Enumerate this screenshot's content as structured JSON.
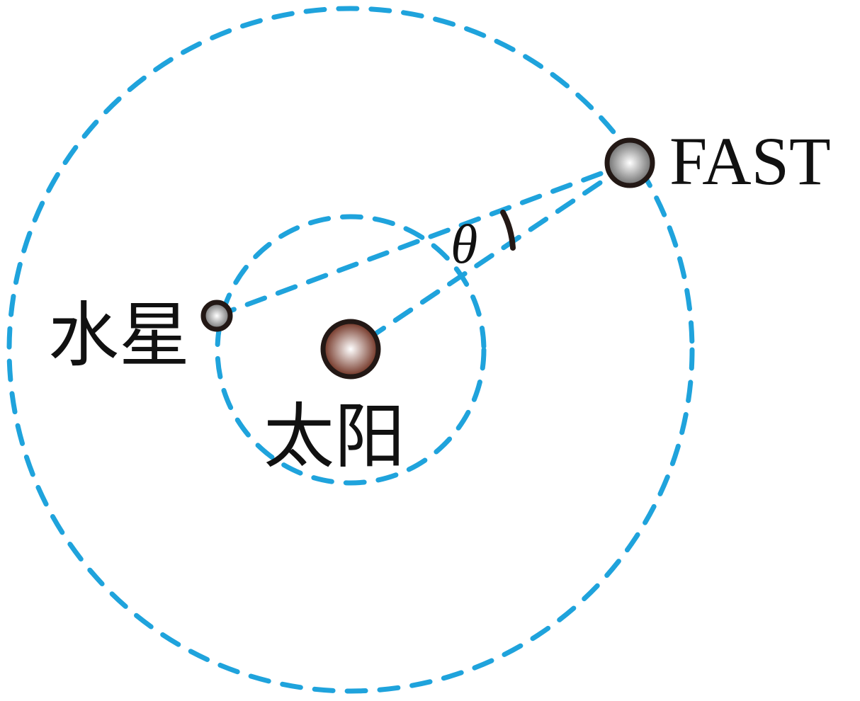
{
  "labels": {
    "fast": "FAST",
    "mercury": "水星",
    "sun": "太阳",
    "angle": "θ"
  },
  "colors": {
    "orbit": "#1fa3dc",
    "sun": "#7a3a2a",
    "body_outline": "#231815"
  }
}
